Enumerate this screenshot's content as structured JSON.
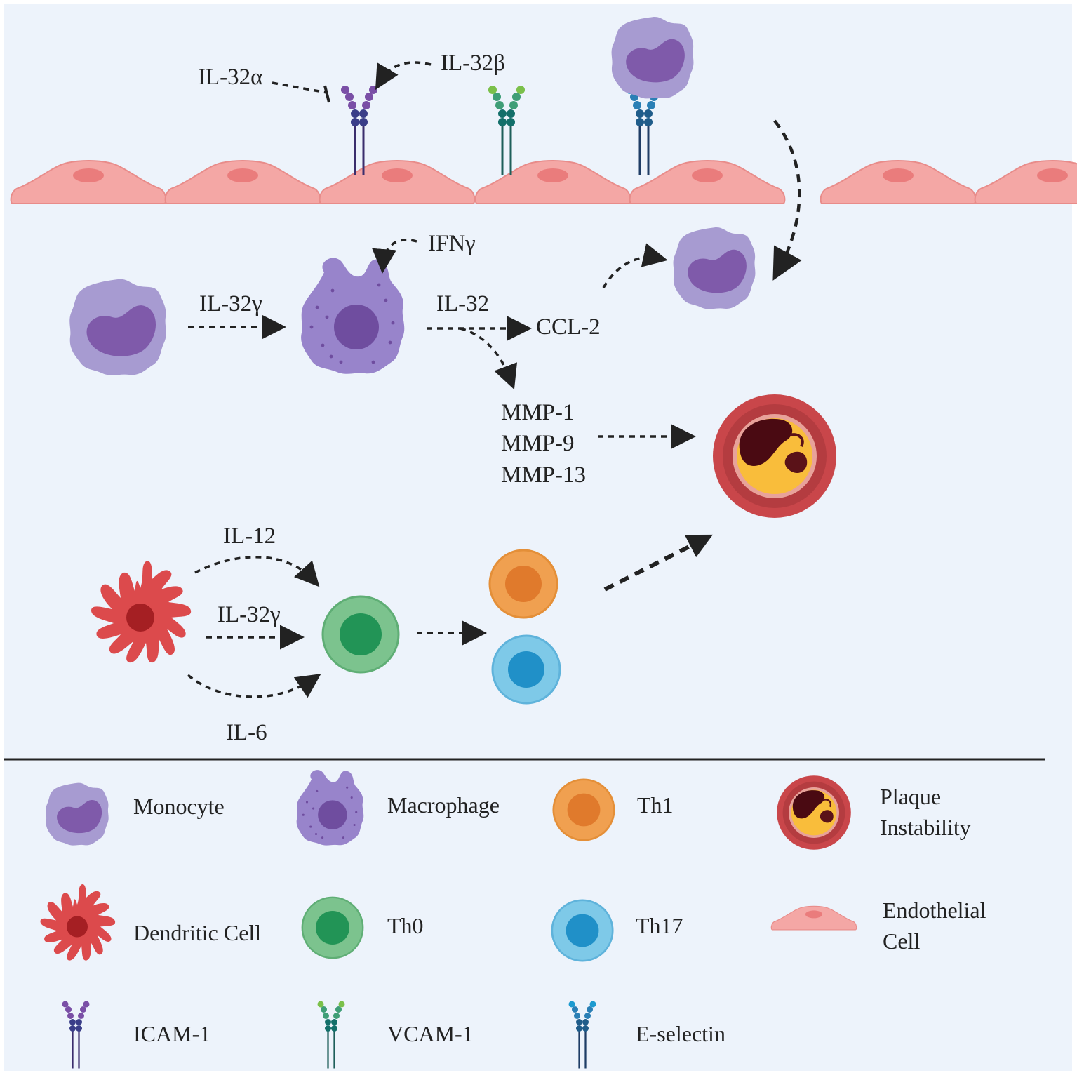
{
  "diagram": {
    "labels": {
      "il32a": "IL-32α",
      "il32b": "IL-32β",
      "ifng": "IFNγ",
      "il32g_top": "IL-32γ",
      "il32": "IL-32",
      "ccl2": "CCL-2",
      "mmp1": "MMP-1",
      "mmp9": "MMP-9",
      "mmp13": "MMP-13",
      "il12": "IL-12",
      "il32g_bottom": "IL-32γ",
      "il6": "IL-6"
    }
  },
  "legend": {
    "monocyte": "Monocyte",
    "macrophage": "Macrophage",
    "th1": "Th1",
    "plaque_line1": "Plaque",
    "plaque_line2": "Instability",
    "dendritic": "Dendritic Cell",
    "th0": "Th0",
    "th17": "Th17",
    "endothelial_line1": "Endothelial",
    "endothelial_line2": "Cell",
    "icam": "ICAM-1",
    "vcam": "VCAM-1",
    "eselectin": "E-selectin"
  },
  "colors": {
    "background": "#edf3fb",
    "endothelial": "#f4a7a5",
    "monocyte": "#a79bd1",
    "macrophage": "#9884cb",
    "dendritic": "#dc4a4c",
    "th0": "#7cc38e",
    "th1": "#f0a050",
    "th17": "#7ec9e8",
    "plaque": "#c9464a",
    "icam": "#7a4fa6",
    "vcam": "#3f9e77",
    "eselectin": "#2a7fb5"
  }
}
